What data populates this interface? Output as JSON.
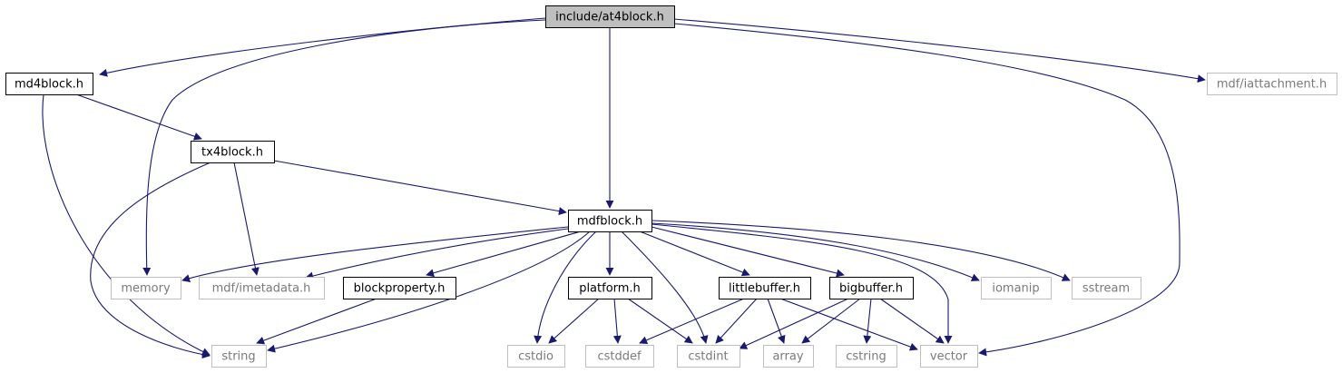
{
  "colors": {
    "edge": "#191970",
    "box_border": "#000000",
    "box_border_external": "#bfbfbf",
    "root_fill": "#bfbfbf",
    "box_fill": "#ffffff",
    "text_external": "#7a7a7a"
  },
  "nodes": {
    "at4block": {
      "label": "include/at4block.h",
      "kind": "root"
    },
    "md4block": {
      "label": "md4block.h",
      "kind": "file"
    },
    "iattachment": {
      "label": "mdf/iattachment.h",
      "kind": "external"
    },
    "tx4block": {
      "label": "tx4block.h",
      "kind": "file"
    },
    "mdfblock": {
      "label": "mdfblock.h",
      "kind": "file"
    },
    "memory": {
      "label": "memory",
      "kind": "external"
    },
    "imetadata": {
      "label": "mdf/imetadata.h",
      "kind": "external"
    },
    "blockproperty": {
      "label": "blockproperty.h",
      "kind": "file"
    },
    "platform": {
      "label": "platform.h",
      "kind": "file"
    },
    "littlebuffer": {
      "label": "littlebuffer.h",
      "kind": "file"
    },
    "bigbuffer": {
      "label": "bigbuffer.h",
      "kind": "file"
    },
    "iomanip": {
      "label": "iomanip",
      "kind": "external"
    },
    "sstream": {
      "label": "sstream",
      "kind": "external"
    },
    "string": {
      "label": "string",
      "kind": "external"
    },
    "cstdio": {
      "label": "cstdio",
      "kind": "external"
    },
    "cstddef": {
      "label": "cstddef",
      "kind": "external"
    },
    "cstdint": {
      "label": "cstdint",
      "kind": "external"
    },
    "array": {
      "label": "array",
      "kind": "external"
    },
    "cstring": {
      "label": "cstring",
      "kind": "external"
    },
    "vector": {
      "label": "vector",
      "kind": "external"
    }
  },
  "edges": [
    [
      "at4block",
      "md4block"
    ],
    [
      "at4block",
      "memory"
    ],
    [
      "at4block",
      "mdfblock"
    ],
    [
      "at4block",
      "iattachment"
    ],
    [
      "at4block",
      "vector"
    ],
    [
      "md4block",
      "string"
    ],
    [
      "md4block",
      "tx4block"
    ],
    [
      "tx4block",
      "string"
    ],
    [
      "tx4block",
      "imetadata"
    ],
    [
      "tx4block",
      "mdfblock"
    ],
    [
      "mdfblock",
      "memory"
    ],
    [
      "mdfblock",
      "imetadata"
    ],
    [
      "mdfblock",
      "blockproperty"
    ],
    [
      "mdfblock",
      "string"
    ],
    [
      "mdfblock",
      "cstdio"
    ],
    [
      "mdfblock",
      "platform"
    ],
    [
      "mdfblock",
      "cstdint"
    ],
    [
      "mdfblock",
      "littlebuffer"
    ],
    [
      "mdfblock",
      "bigbuffer"
    ],
    [
      "mdfblock",
      "vector"
    ],
    [
      "mdfblock",
      "iomanip"
    ],
    [
      "mdfblock",
      "sstream"
    ],
    [
      "blockproperty",
      "string"
    ],
    [
      "platform",
      "cstdio"
    ],
    [
      "platform",
      "cstddef"
    ],
    [
      "platform",
      "cstdint"
    ],
    [
      "littlebuffer",
      "cstddef"
    ],
    [
      "littlebuffer",
      "cstdint"
    ],
    [
      "littlebuffer",
      "array"
    ],
    [
      "littlebuffer",
      "vector"
    ],
    [
      "bigbuffer",
      "cstdint"
    ],
    [
      "bigbuffer",
      "array"
    ],
    [
      "bigbuffer",
      "cstring"
    ],
    [
      "bigbuffer",
      "vector"
    ]
  ]
}
